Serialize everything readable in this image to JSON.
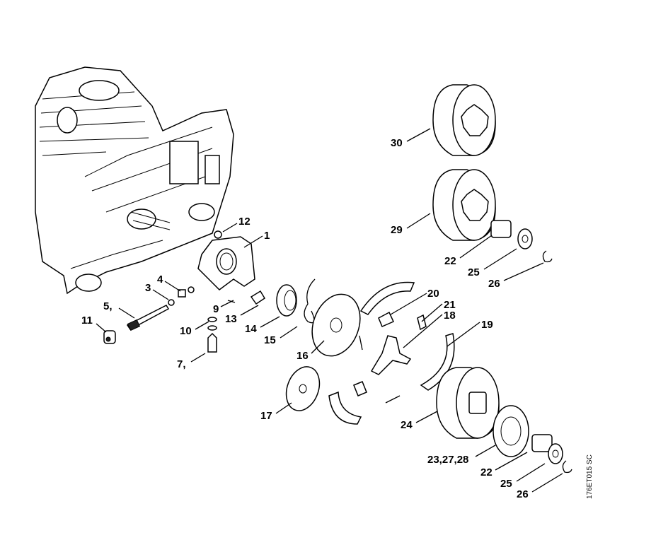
{
  "diagram": {
    "drawing_code": "176ET015 SC",
    "callouts": [
      "30",
      "29",
      "22",
      "25",
      "26",
      "20",
      "21",
      "18",
      "19",
      "12",
      "1",
      "4",
      "3",
      "5,",
      "9",
      "13",
      "14",
      "15",
      "11",
      "10",
      "16",
      "7,",
      "17",
      "24",
      "23,27,28",
      "22",
      "25",
      "26"
    ]
  }
}
